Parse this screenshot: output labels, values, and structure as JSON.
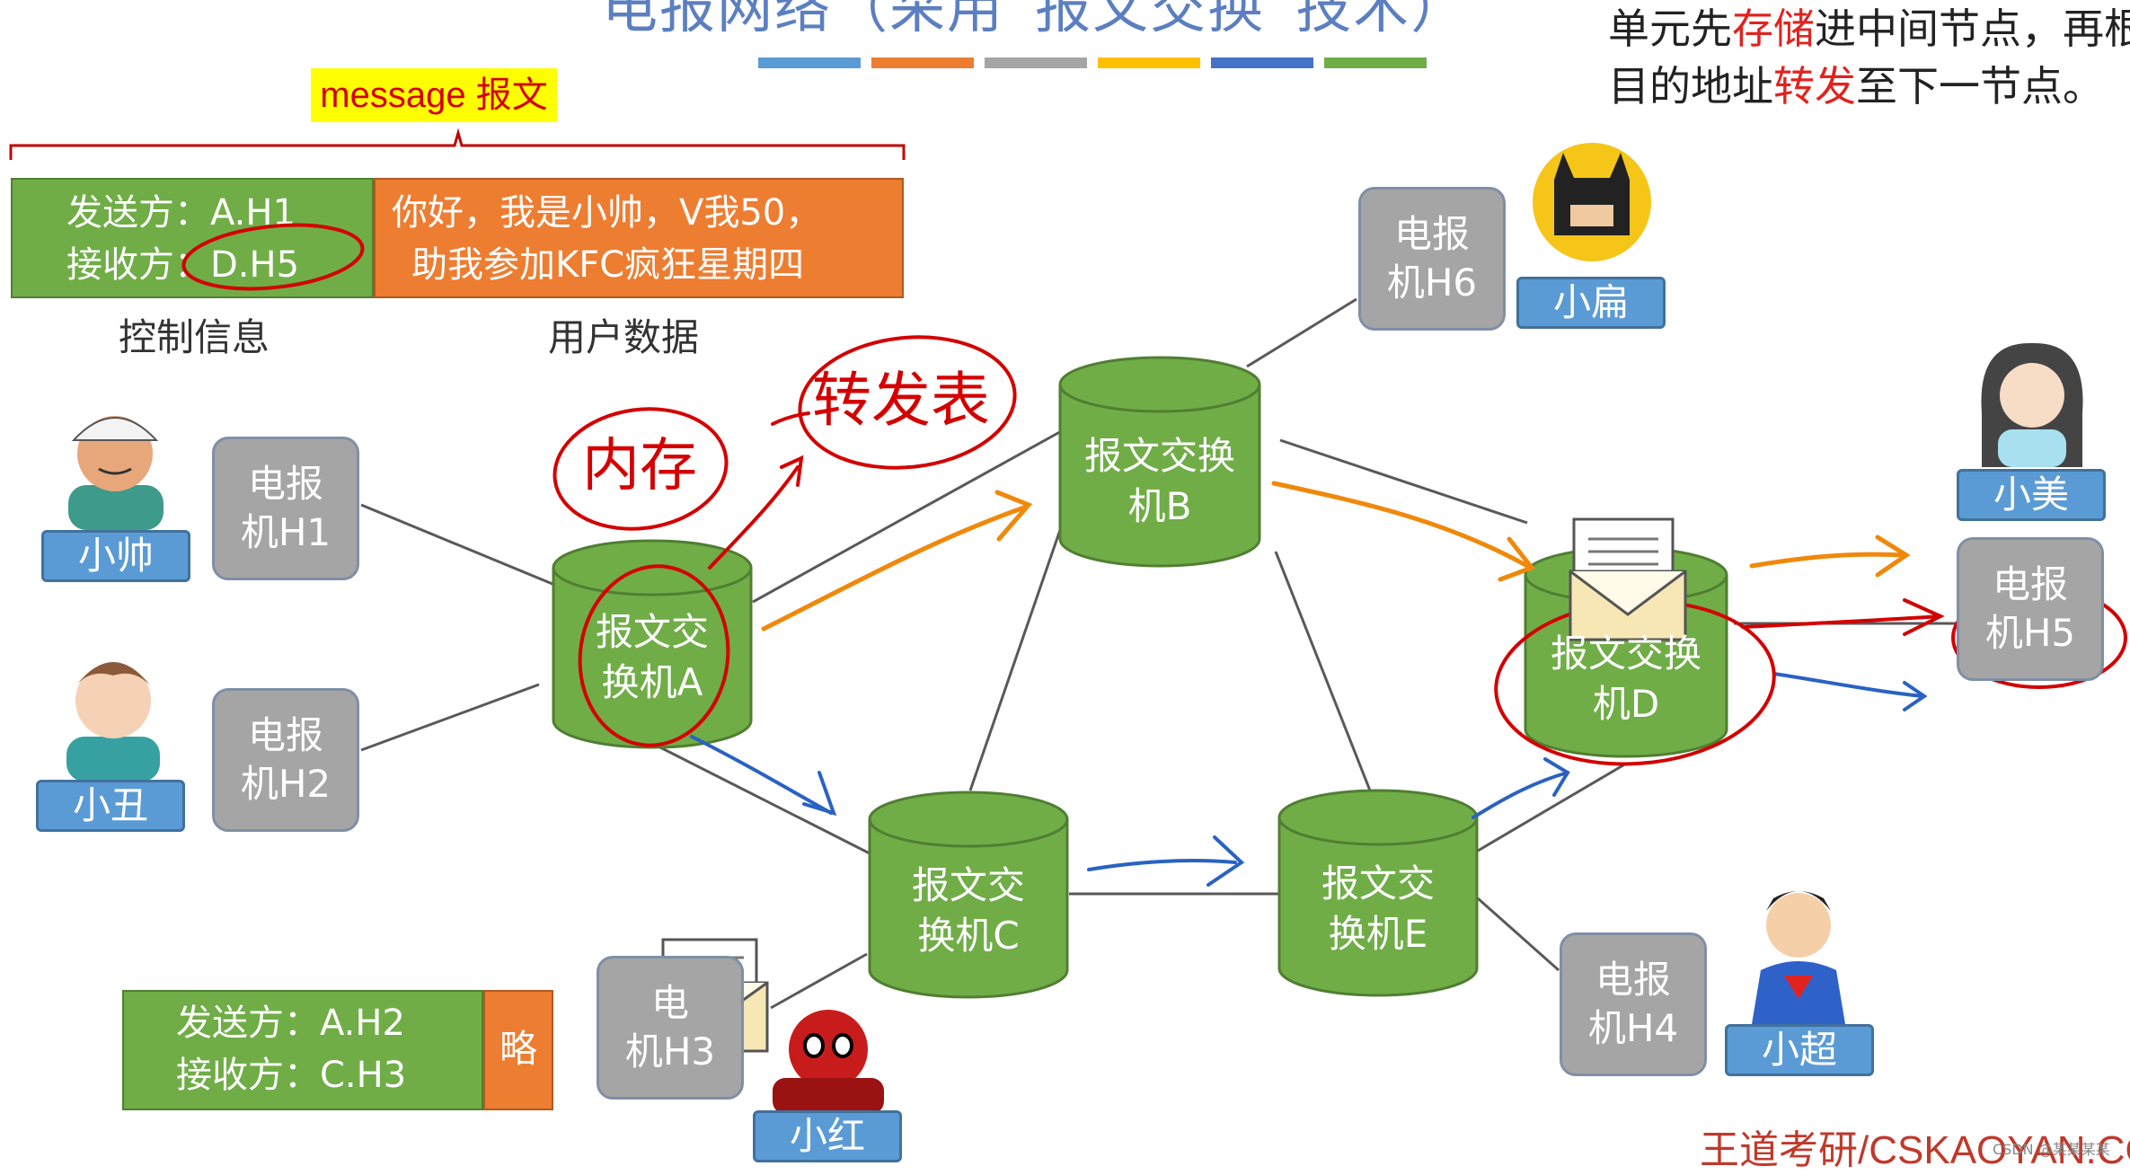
{
  "title": "电报网络（采用“报文交换”技术）",
  "top_right": {
    "line1_a": "单元先",
    "line1_red": "存储",
    "line1_b": "进中间节点，再根",
    "line2_a": "目的地址",
    "line2_red": "转发",
    "line2_b": "至下一节点。"
  },
  "legend_colors": [
    "#5b9bd5",
    "#ed7d31",
    "#a5a5a5",
    "#ffc000",
    "#4472c4",
    "#70ad47"
  ],
  "message_tag": "message 报文",
  "message": {
    "sender": "发送方：A.H1",
    "receiver": "接收方：D.H5",
    "user_data_line1": "你好，我是小帅，V我50，",
    "user_data_line2": "助我参加KFC疯狂星期四",
    "control_caption": "控制信息",
    "data_caption": "用户数据"
  },
  "switches": {
    "A": [
      "报文交",
      "换机A"
    ],
    "B": [
      "报文交换",
      "机B"
    ],
    "C": [
      "报文交",
      "换机C"
    ],
    "D": [
      "报文交换",
      "机D"
    ],
    "E": [
      "报文交",
      "换机E"
    ]
  },
  "telegraphs": {
    "H1": [
      "电报",
      "机H1"
    ],
    "H2": [
      "电报",
      "机H2"
    ],
    "H3": [
      "电",
      "机H3"
    ],
    "H4": [
      "电报",
      "机H4"
    ],
    "H5": [
      "电报",
      "机H5"
    ],
    "H6": [
      "电报",
      "机H6"
    ]
  },
  "people": {
    "H1": "小帅",
    "H2": "小丑",
    "H3": "小红",
    "H4": "小超",
    "H5": "小美",
    "H6": "小扁"
  },
  "annotations": {
    "memory": "内存",
    "forwarding_table": "转发表"
  },
  "message2": {
    "sender": "发送方：A.H2",
    "receiver": "接收方：C.H3",
    "data": "略"
  },
  "watermark": "王道考研/CSKAOYAN.CO",
  "watermark_small": "CSDN @某某某某"
}
